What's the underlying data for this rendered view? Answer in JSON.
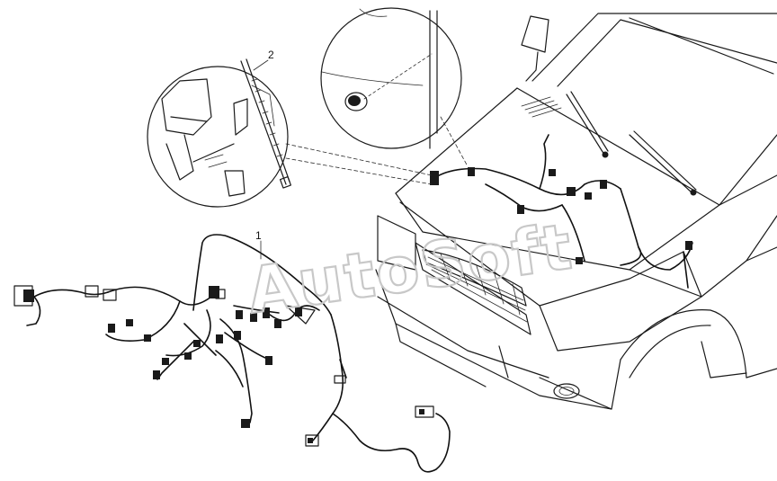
{
  "callouts": [
    {
      "id": "1",
      "label": "1"
    },
    {
      "id": "2",
      "label": "2"
    }
  ],
  "watermark": {
    "text": "AutoSoft"
  },
  "colors": {
    "line": "#1a1a1a",
    "background": "#ffffff",
    "watermark": "#c8c8c8"
  }
}
